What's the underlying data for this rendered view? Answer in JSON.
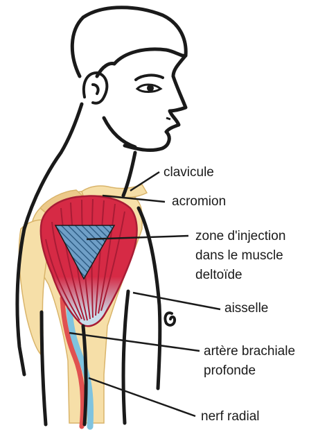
{
  "labels": {
    "clavicle": "clavicule",
    "acromion": "acromion",
    "injection_zone": [
      "zone d'injection",
      "dans le muscle",
      "deltoïde"
    ],
    "armpit": "aisselle",
    "artery": [
      "artère brachiale",
      "profonde"
    ],
    "nerve": "nerf radial"
  },
  "colors": {
    "outline": "#1a1a1a",
    "bone": "#f6dfa8",
    "bone_shadow": "#ecc98a",
    "muscle": "#d62a45",
    "muscle_dark": "#a81c35",
    "muscle_fade": "#c9dcea",
    "artery": "#e05050",
    "nerve": "#7fc3df",
    "triangle_fill": "#6f9fc7",
    "triangle_hatch": "#2f5d85"
  }
}
